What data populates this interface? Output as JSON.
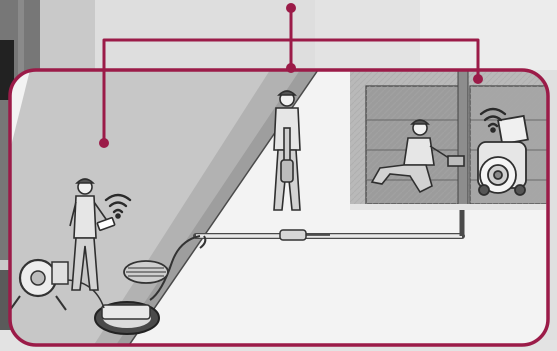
{
  "colors": {
    "accent": "#9b1b48",
    "backdrop": "#e2e2e2",
    "ground": "#f2f2f2",
    "road": "#c4c4c4",
    "road_edge": "#9e9e9e",
    "building": "#b5b5b5",
    "line": "#2f2f2f",
    "shirt": "#dcdcdc"
  },
  "icons": [
    "wifi-icon-left",
    "wifi-icon-right",
    "manhole-cover-icon",
    "connection-node-icon"
  ],
  "scene": {
    "figures": [
      "technician-with-tablet",
      "technician-with-locator",
      "technician-kneeling-at-reel"
    ],
    "equipment": [
      "cable-reel-left",
      "open-manhole",
      "inspection-camera-reel",
      "sewer-pipe-with-camera"
    ]
  }
}
